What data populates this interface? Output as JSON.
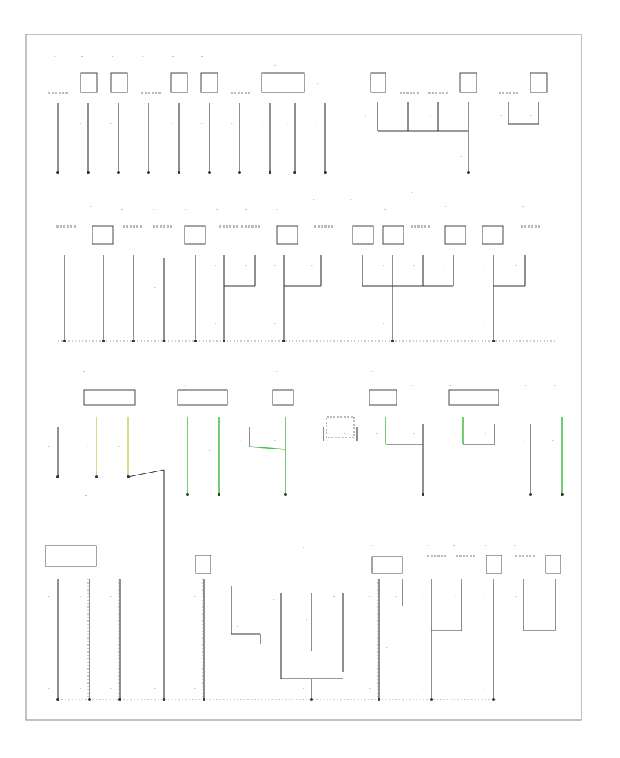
{
  "diagram": {
    "footer_code": "",
    "ground_labels": [
      "G101",
      "G200",
      "G300",
      "G400"
    ],
    "wire_colors": {
      "black": "#333333",
      "black_green": "#4fbf4f",
      "black_yellow": "#d9cf66"
    }
  }
}
